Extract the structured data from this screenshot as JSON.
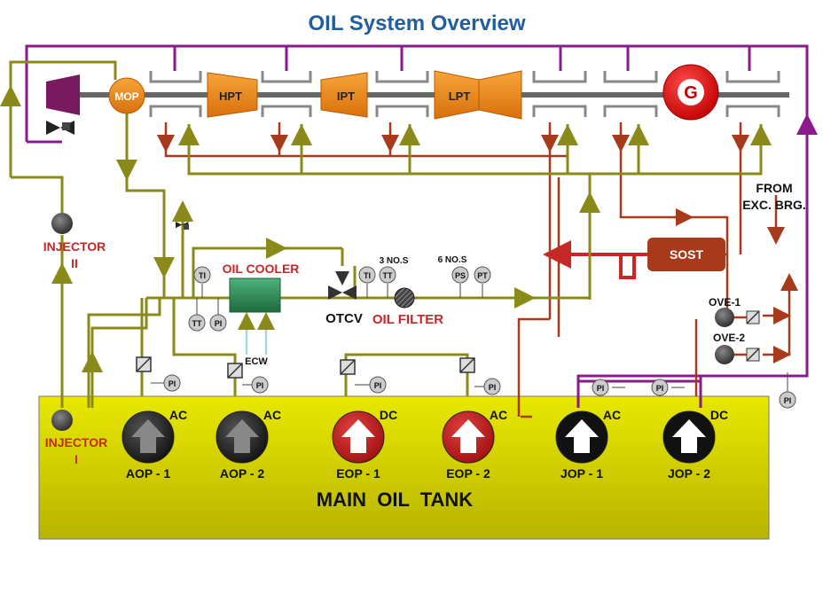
{
  "title": "OIL System Overview",
  "colors": {
    "title": "#1f5fa0",
    "purple": "#8b1a8b",
    "olive": "#8a8a1a",
    "brown": "#a63a1a",
    "red": "#c62828",
    "tank": "#d6d400",
    "cooler": "#2e8b57",
    "turbine": "#f08a10"
  },
  "turbine": {
    "mop": "MOP",
    "hpt": "HPT",
    "ipt": "IPT",
    "lpt": "LPT",
    "generator": "G"
  },
  "labels": {
    "injector2": "INJECTOR",
    "injector2_num": "II",
    "injector1": "INJECTOR",
    "injector1_num": "I",
    "oil_cooler": "OIL COOLER",
    "ecw": "ECW",
    "otcv": "OTCV",
    "oil_filter": "OIL FILTER",
    "three_nos": "3 NO.S",
    "six_nos": "6 NO.S",
    "sost": "SOST",
    "from_exc": "FROM",
    "exc_brg": "EXC. BRG.",
    "ove1": "OVE-1",
    "ove2": "OVE-2",
    "tank": "MAIN  OIL  TANK"
  },
  "instruments": {
    "ti": "TI",
    "tt": "TT",
    "pi": "PI",
    "ps": "PS",
    "pt": "PT"
  },
  "pumps": [
    {
      "name": "AOP - 1",
      "type": "AC",
      "color": "dark"
    },
    {
      "name": "AOP - 2",
      "type": "AC",
      "color": "dark"
    },
    {
      "name": "EOP - 1",
      "type": "DC",
      "color": "red"
    },
    {
      "name": "EOP - 2",
      "type": "AC",
      "color": "red"
    },
    {
      "name": "JOP - 1",
      "type": "AC",
      "color": "black"
    },
    {
      "name": "JOP - 2",
      "type": "DC",
      "color": "black"
    }
  ]
}
